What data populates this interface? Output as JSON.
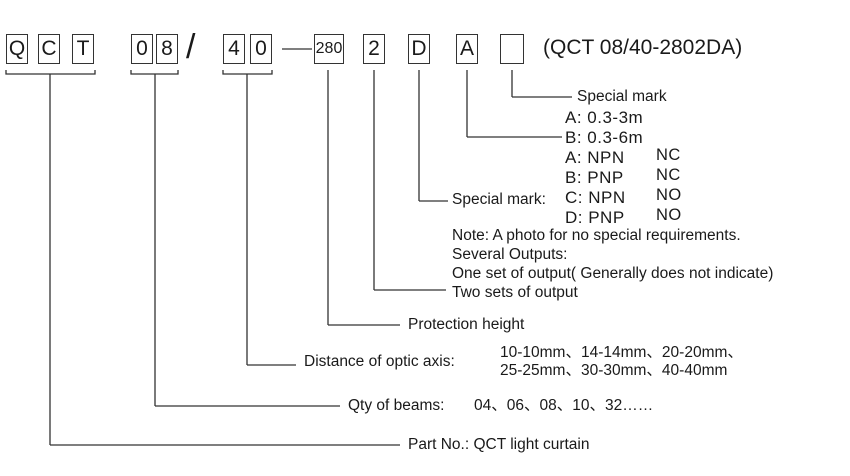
{
  "code_boxes": [
    "Q",
    "C",
    "T",
    "0",
    "8",
    "4",
    "0",
    "280",
    "2",
    "D",
    "A",
    ""
  ],
  "slash": "/",
  "model_example": "(QCT 08/40-2802DA)",
  "special_mark_1": {
    "label": "Special mark",
    "options": [
      "A: 0.3-3m",
      "B: 0.3-6m"
    ]
  },
  "special_mark_2": {
    "label": "Special mark:",
    "options": [
      {
        "code": "A: NPN",
        "state": "NC"
      },
      {
        "code": "B: PNP",
        "state": "NC"
      },
      {
        "code": "C: NPN",
        "state": "NO"
      },
      {
        "code": "D: PNP",
        "state": "NO"
      }
    ]
  },
  "note": "Note: A photo for no special requirements.",
  "outputs": {
    "heading": "Several Outputs:",
    "one_set": "One set of output( Generally does not indicate)",
    "two_sets": "Two sets of output"
  },
  "protection_height": "Protection height",
  "optic_axis": {
    "label": "Distance of optic axis:",
    "line1": "10-10mm、14-14mm、20-20mm、",
    "line2": "25-25mm、30-30mm、40-40mm"
  },
  "beams": {
    "label": "Qty of beams:",
    "values": "04、06、08、10、32……"
  },
  "part_no": "Part No.: QCT light curtain"
}
